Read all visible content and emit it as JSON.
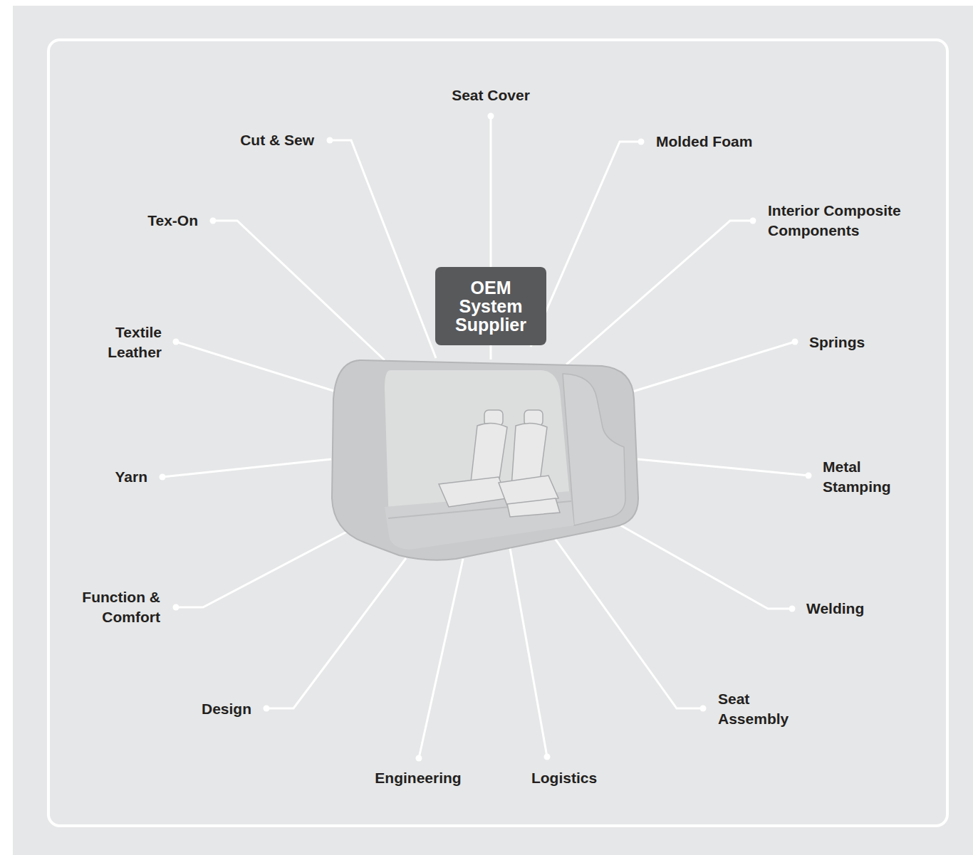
{
  "diagram": {
    "nodes": [
      {
        "text": [
          "OEM System Supplier"
        ]
      }
    ],
    "labels": [
      "Seat Cover",
      "Cut & Sew",
      "Molded Foam",
      "Tex-On",
      "Interior Composite Components",
      "Textile Leather",
      "Springs",
      "Yarn",
      "Metal Stamping",
      "Function & Comfort",
      "Welding",
      "Design",
      "Seat Assembly",
      "Engineering",
      "Logistics"
    ]
  }
}
